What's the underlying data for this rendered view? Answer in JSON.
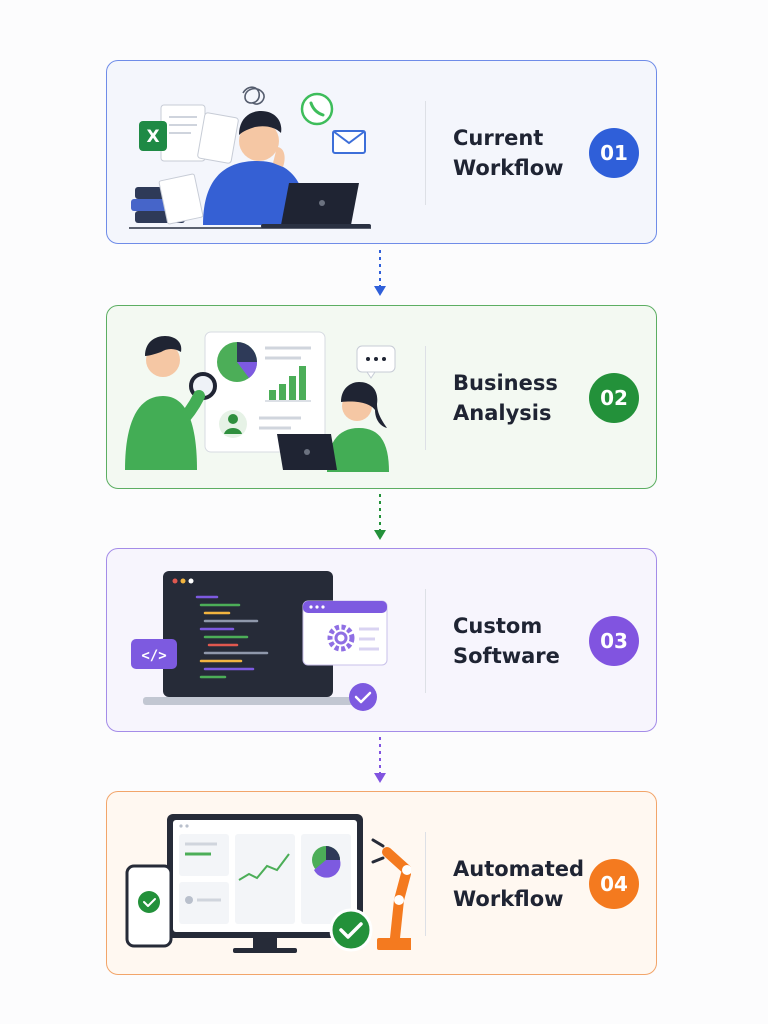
{
  "steps": [
    {
      "number": "01",
      "title_line1": "Current",
      "title_line2": "Workflow",
      "color": "#2f5fd9"
    },
    {
      "number": "02",
      "title_line1": "Business",
      "title_line2": "Analysis",
      "color": "#23913a"
    },
    {
      "number": "03",
      "title_line1": "Custom",
      "title_line2": "Software",
      "color": "#8154e0"
    },
    {
      "number": "04",
      "title_line1": "Automated",
      "title_line2": "Workflow",
      "color": "#f47a1f"
    }
  ],
  "illustrations": {
    "step1": {
      "spreadsheet_letter": "X"
    },
    "step3": {
      "code_tag": "</>"
    }
  },
  "icons": [
    "excel-icon",
    "document-icon",
    "whatsapp-icon",
    "mail-icon",
    "person-icon",
    "laptop-icon",
    "magnifier-icon",
    "pie-chart-icon",
    "bar-chart-icon",
    "speech-bubble-icon",
    "code-icon",
    "gear-icon",
    "check-icon",
    "phone-icon",
    "monitor-icon",
    "robot-arm-icon",
    "arrow-down-icon"
  ]
}
